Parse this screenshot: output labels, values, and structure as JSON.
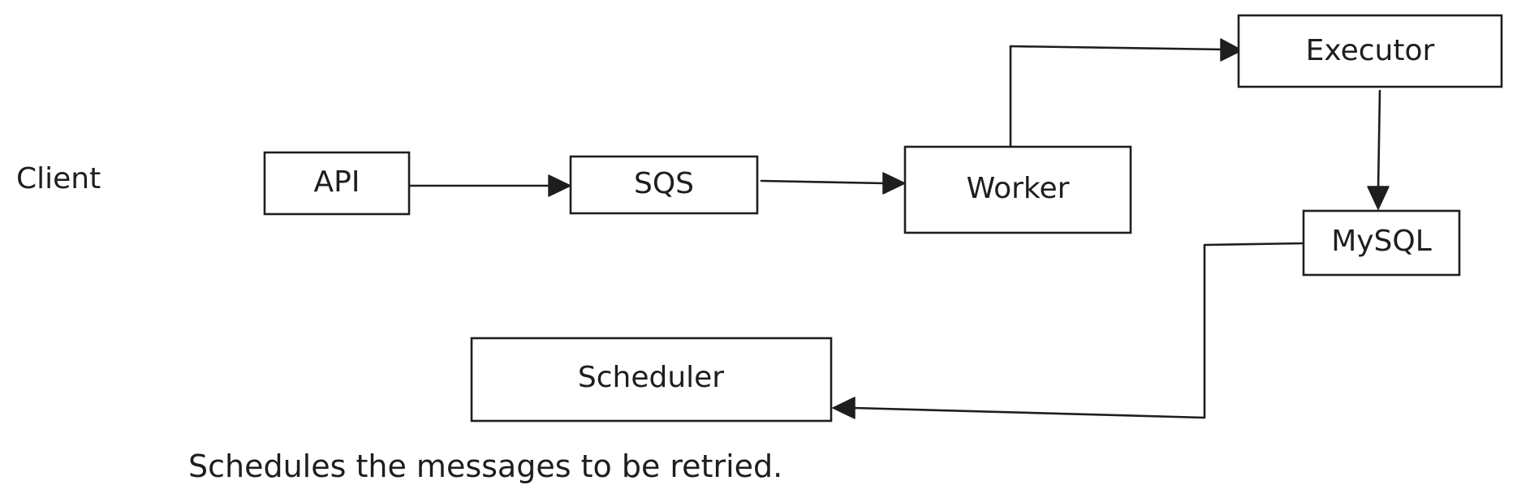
{
  "diagram": {
    "client_label": "Client",
    "nodes": {
      "api": "API",
      "sqs": "SQS",
      "worker": "Worker",
      "executor": "Executor",
      "mysql": "MySQL",
      "scheduler": "Scheduler"
    },
    "note": "Schedules the messages to be retried."
  },
  "colors": {
    "stroke": "#1e1e1e",
    "background": "#ffffff"
  }
}
